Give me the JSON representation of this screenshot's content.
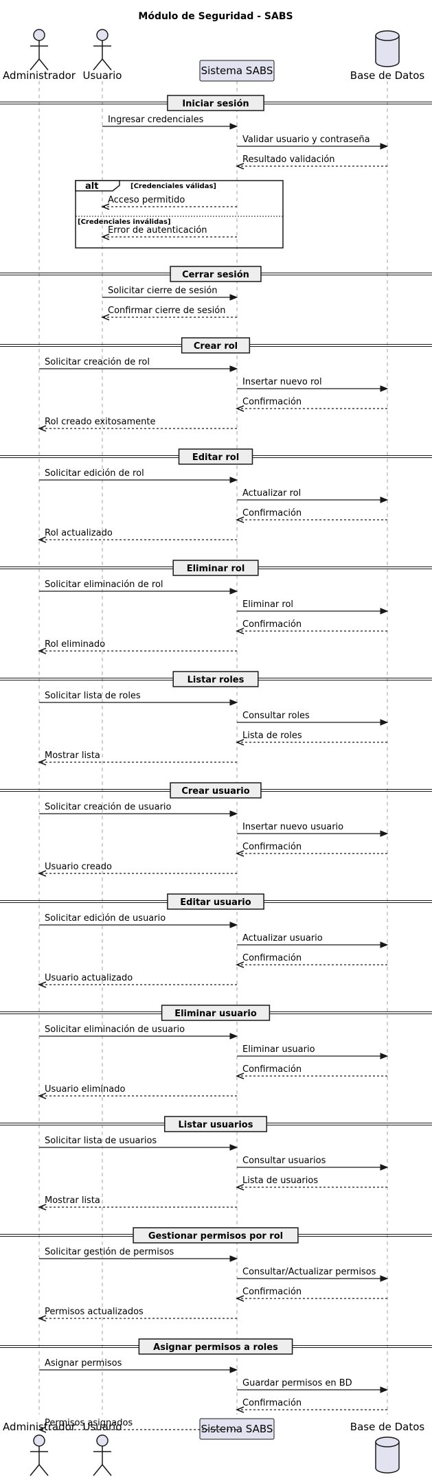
{
  "title": "Módulo de Seguridad - SABS",
  "participants": [
    {
      "id": "admin",
      "label": "Administrador",
      "kind": "actor"
    },
    {
      "id": "user",
      "label": "Usuario",
      "kind": "actor"
    },
    {
      "id": "sys",
      "label": "Sistema SABS",
      "kind": "participant"
    },
    {
      "id": "db",
      "label": "Base de Datos",
      "kind": "database"
    }
  ],
  "colors": {
    "participant_fill": "#E2E2F0",
    "participant_stroke": "#181818",
    "separator_fill": "#EEEEEE",
    "line": "#181818",
    "lifeline": "#A0A0A0"
  },
  "sections": [
    {
      "label": "Iniciar sesión",
      "items": [
        {
          "from": "user",
          "to": "sys",
          "text": "Ingresar credenciales",
          "dashed": false
        },
        {
          "from": "sys",
          "to": "db",
          "text": "Validar usuario y contraseña",
          "dashed": false
        },
        {
          "from": "db",
          "to": "sys",
          "text": "Resultado validación",
          "dashed": true
        },
        {
          "alt": "alt",
          "branches": [
            {
              "guard": "[Credenciales válidas]",
              "msgs": [
                {
                  "from": "sys",
                  "to": "user",
                  "text": "Acceso permitido",
                  "dashed": true
                }
              ]
            },
            {
              "guard": "[Credenciales inválidas]",
              "msgs": [
                {
                  "from": "sys",
                  "to": "user",
                  "text": "Error de autenticación",
                  "dashed": true
                }
              ]
            }
          ]
        }
      ]
    },
    {
      "label": "Cerrar sesión",
      "items": [
        {
          "from": "user",
          "to": "sys",
          "text": "Solicitar cierre de sesión",
          "dashed": false
        },
        {
          "from": "sys",
          "to": "user",
          "text": "Confirmar cierre de sesión",
          "dashed": true
        }
      ]
    },
    {
      "label": "Crear rol",
      "items": [
        {
          "from": "admin",
          "to": "sys",
          "text": "Solicitar creación de rol",
          "dashed": false
        },
        {
          "from": "sys",
          "to": "db",
          "text": "Insertar nuevo rol",
          "dashed": false
        },
        {
          "from": "db",
          "to": "sys",
          "text": "Confirmación",
          "dashed": true
        },
        {
          "from": "sys",
          "to": "admin",
          "text": "Rol creado exitosamente",
          "dashed": true
        }
      ]
    },
    {
      "label": "Editar rol",
      "items": [
        {
          "from": "admin",
          "to": "sys",
          "text": "Solicitar edición de rol",
          "dashed": false
        },
        {
          "from": "sys",
          "to": "db",
          "text": "Actualizar rol",
          "dashed": false
        },
        {
          "from": "db",
          "to": "sys",
          "text": "Confirmación",
          "dashed": true
        },
        {
          "from": "sys",
          "to": "admin",
          "text": "Rol actualizado",
          "dashed": true
        }
      ]
    },
    {
      "label": "Eliminar rol",
      "items": [
        {
          "from": "admin",
          "to": "sys",
          "text": "Solicitar eliminación de rol",
          "dashed": false
        },
        {
          "from": "sys",
          "to": "db",
          "text": "Eliminar rol",
          "dashed": false
        },
        {
          "from": "db",
          "to": "sys",
          "text": "Confirmación",
          "dashed": true
        },
        {
          "from": "sys",
          "to": "admin",
          "text": "Rol eliminado",
          "dashed": true
        }
      ]
    },
    {
      "label": "Listar roles",
      "items": [
        {
          "from": "admin",
          "to": "sys",
          "text": "Solicitar lista de roles",
          "dashed": false
        },
        {
          "from": "sys",
          "to": "db",
          "text": "Consultar roles",
          "dashed": false
        },
        {
          "from": "db",
          "to": "sys",
          "text": "Lista de roles",
          "dashed": true
        },
        {
          "from": "sys",
          "to": "admin",
          "text": "Mostrar lista",
          "dashed": true
        }
      ]
    },
    {
      "label": "Crear usuario",
      "items": [
        {
          "from": "admin",
          "to": "sys",
          "text": "Solicitar creación de usuario",
          "dashed": false
        },
        {
          "from": "sys",
          "to": "db",
          "text": "Insertar nuevo usuario",
          "dashed": false
        },
        {
          "from": "db",
          "to": "sys",
          "text": "Confirmación",
          "dashed": true
        },
        {
          "from": "sys",
          "to": "admin",
          "text": "Usuario creado",
          "dashed": true
        }
      ]
    },
    {
      "label": "Editar usuario",
      "items": [
        {
          "from": "admin",
          "to": "sys",
          "text": "Solicitar edición de usuario",
          "dashed": false
        },
        {
          "from": "sys",
          "to": "db",
          "text": "Actualizar usuario",
          "dashed": false
        },
        {
          "from": "db",
          "to": "sys",
          "text": "Confirmación",
          "dashed": true
        },
        {
          "from": "sys",
          "to": "admin",
          "text": "Usuario actualizado",
          "dashed": true
        }
      ]
    },
    {
      "label": "Eliminar usuario",
      "items": [
        {
          "from": "admin",
          "to": "sys",
          "text": "Solicitar eliminación de usuario",
          "dashed": false
        },
        {
          "from": "sys",
          "to": "db",
          "text": "Eliminar usuario",
          "dashed": false
        },
        {
          "from": "db",
          "to": "sys",
          "text": "Confirmación",
          "dashed": true
        },
        {
          "from": "sys",
          "to": "admin",
          "text": "Usuario eliminado",
          "dashed": true
        }
      ]
    },
    {
      "label": "Listar usuarios",
      "items": [
        {
          "from": "admin",
          "to": "sys",
          "text": "Solicitar lista de usuarios",
          "dashed": false
        },
        {
          "from": "sys",
          "to": "db",
          "text": "Consultar usuarios",
          "dashed": false
        },
        {
          "from": "db",
          "to": "sys",
          "text": "Lista de usuarios",
          "dashed": true
        },
        {
          "from": "sys",
          "to": "admin",
          "text": "Mostrar lista",
          "dashed": true
        }
      ]
    },
    {
      "label": "Gestionar permisos por rol",
      "items": [
        {
          "from": "admin",
          "to": "sys",
          "text": "Solicitar gestión de permisos",
          "dashed": false
        },
        {
          "from": "sys",
          "to": "db",
          "text": "Consultar/Actualizar permisos",
          "dashed": false
        },
        {
          "from": "db",
          "to": "sys",
          "text": "Confirmación",
          "dashed": true
        },
        {
          "from": "sys",
          "to": "admin",
          "text": "Permisos actualizados",
          "dashed": true
        }
      ]
    },
    {
      "label": "Asignar permisos a roles",
      "items": [
        {
          "from": "admin",
          "to": "sys",
          "text": "Asignar permisos",
          "dashed": false
        },
        {
          "from": "sys",
          "to": "db",
          "text": "Guardar permisos en BD",
          "dashed": false
        },
        {
          "from": "db",
          "to": "sys",
          "text": "Confirmación",
          "dashed": true
        },
        {
          "from": "sys",
          "to": "admin",
          "text": "Permisos asignados",
          "dashed": true
        }
      ]
    }
  ]
}
